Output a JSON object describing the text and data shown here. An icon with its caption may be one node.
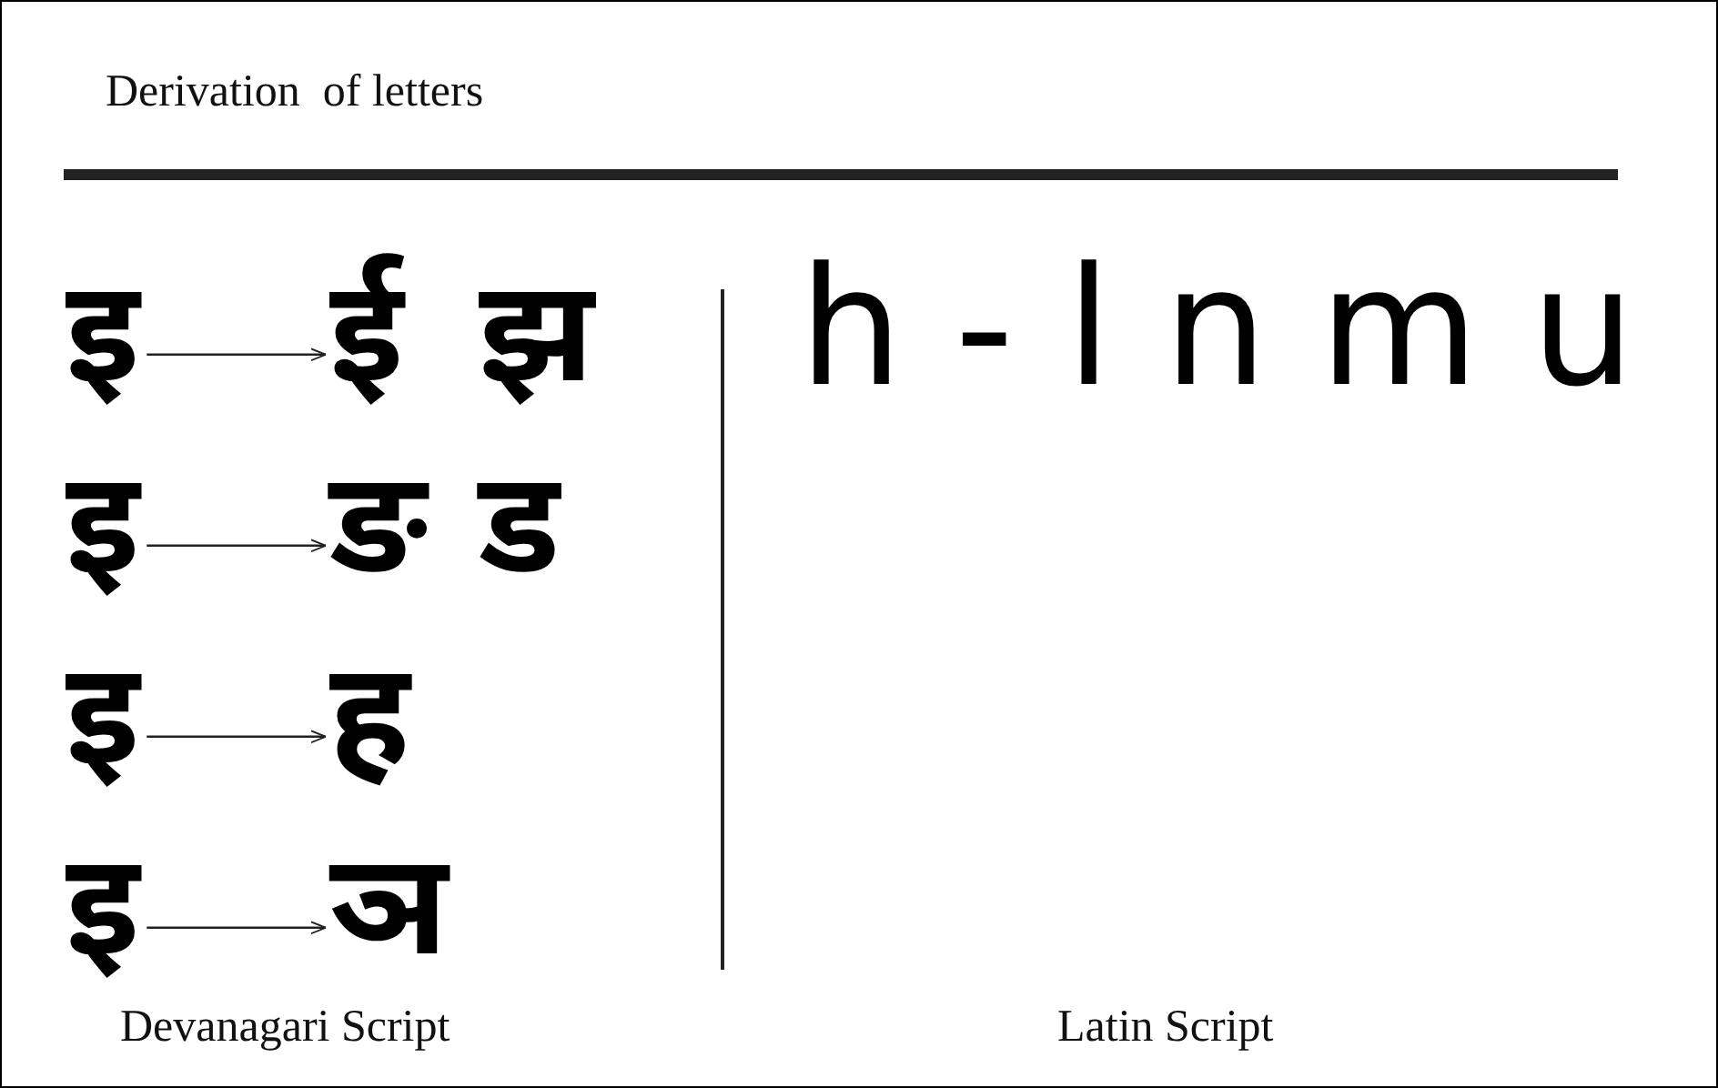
{
  "diagram": {
    "title": "Derivation  of letters",
    "nodes": [
      {
        "text": [
          "इ"
        ]
      },
      {
        "text": [
          "ई"
        ]
      },
      {
        "text": [
          "इ"
        ]
      },
      {
        "text": [
          "ङ"
        ]
      },
      {
        "text": [
          "इ"
        ]
      },
      {
        "text": [
          "ह"
        ]
      },
      {
        "text": [
          "इ"
        ]
      },
      {
        "text": [
          "ञ"
        ]
      }
    ],
    "edges": [
      {
        "from": 0,
        "to": 1,
        "arrow": "to"
      },
      {
        "from": 2,
        "to": 3,
        "arrow": "to"
      },
      {
        "from": 4,
        "to": 5,
        "arrow": "to"
      },
      {
        "from": 6,
        "to": 7,
        "arrow": "to"
      }
    ],
    "labels": [
      "झ",
      "ड",
      "h - l n m u",
      "Devanagari Script",
      "Latin Script"
    ]
  }
}
